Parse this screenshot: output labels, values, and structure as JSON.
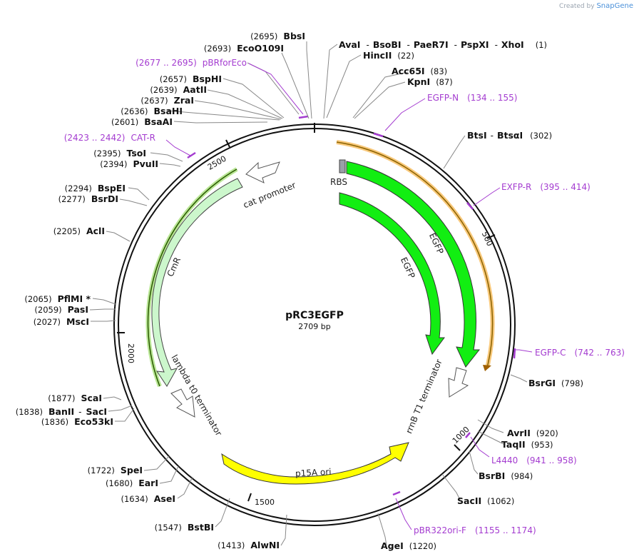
{
  "brand": {
    "prefix": "Created by",
    "name": "SnapGene"
  },
  "plasmid": {
    "name": "pRC3EGFP",
    "size": "2709 bp"
  },
  "ticks": [
    "500",
    "1000",
    "1500",
    "2000",
    "2500"
  ],
  "features": {
    "rbs": "RBS",
    "egfp_outer": "EGFP",
    "egfp_inner": "EGFP",
    "rrnb": "rrnB T1 terminator",
    "p15a": "p15A ori",
    "lambda": "lambda t0 terminator",
    "cmr": "CmR",
    "cat": "cat promoter"
  },
  "sites": {
    "bbsi": {
      "pos": "(2695)",
      "name": "BbsI"
    },
    "eco0109i": {
      "pos": "(2693)",
      "name": "EcoO109I"
    },
    "bsphi": {
      "pos": "(2657)",
      "name": "BspHI"
    },
    "aatii": {
      "pos": "(2639)",
      "name": "AatII"
    },
    "zrai": {
      "pos": "(2637)",
      "name": "ZraI"
    },
    "bsahi": {
      "pos": "(2636)",
      "name": "BsaHI"
    },
    "bsaai": {
      "pos": "(2601)",
      "name": "BsaAI"
    },
    "tsoi": {
      "pos": "(2395)",
      "name": "TsoI"
    },
    "pvuii": {
      "pos": "(2394)",
      "name": "PvuII"
    },
    "bspei": {
      "pos": "(2294)",
      "name": "BspEI"
    },
    "bsrdi": {
      "pos": "(2277)",
      "name": "BsrDI"
    },
    "acli": {
      "pos": "(2205)",
      "name": "AclI"
    },
    "pflmi": {
      "pos": "(2065)",
      "name": "PflMI *"
    },
    "pasi": {
      "pos": "(2059)",
      "name": "PasI"
    },
    "msci": {
      "pos": "(2027)",
      "name": "MscI"
    },
    "scai": {
      "pos": "(1877)",
      "name": "ScaI"
    },
    "banii": {
      "pos": "(1838)",
      "name": "BanII",
      "name2": "SacI"
    },
    "eco53ki": {
      "pos": "(1836)",
      "name": "Eco53kI"
    },
    "spei": {
      "pos": "(1722)",
      "name": "SpeI"
    },
    "eari": {
      "pos": "(1680)",
      "name": "EarI"
    },
    "asei": {
      "pos": "(1634)",
      "name": "AseI"
    },
    "bstbi": {
      "pos": "(1547)",
      "name": "BstBI"
    },
    "alwni": {
      "pos": "(1413)",
      "name": "AlwNI"
    },
    "agei": {
      "pos": "(1220)",
      "name": "AgeI"
    },
    "sacii": {
      "pos": "(1062)",
      "name": "SacII"
    },
    "bsrbi": {
      "pos": "(984)",
      "name": "BsrBI"
    },
    "taqii": {
      "pos": "(953)",
      "name": "TaqII"
    },
    "avrii": {
      "pos": "(920)",
      "name": "AvrII"
    },
    "bsrgi": {
      "pos": "(798)",
      "name": "BsrGI"
    },
    "btsi": {
      "pos": "(302)",
      "name": "BtsI",
      "name2": "BtsαI"
    },
    "kpni": {
      "pos": "(87)",
      "name": "KpnI"
    },
    "acc65i": {
      "pos": "(83)",
      "name": "Acc65I"
    },
    "hincii": {
      "pos": "(22)",
      "name": "HincII"
    },
    "avai": {
      "pos": "(1)",
      "names": [
        "AvaI",
        "BsoBI",
        "PaeR7I",
        "PspXI",
        "XhoI"
      ]
    }
  },
  "primers": {
    "pbrforeco": {
      "range": "(2677 .. 2695)",
      "name": "pBRforEco"
    },
    "catr": {
      "range": "(2423 .. 2442)",
      "name": "CAT-R"
    },
    "egfpn": {
      "name": "EGFP-N",
      "range": "(134 .. 155)"
    },
    "exfpr": {
      "name": "EXFP-R",
      "range": "(395 .. 414)"
    },
    "egfpc": {
      "name": "EGFP-C",
      "range": "(742 .. 763)"
    },
    "l4440": {
      "name": "L4440",
      "range": "(941 .. 958)"
    },
    "pbr322": {
      "name": "pBR322ori-F",
      "range": "(1155 .. 1174)"
    }
  },
  "colors": {
    "egfp": "#12ee12",
    "p15a": "#ffff00",
    "cmr": "#ccf7cc",
    "primer": "#a43cd0",
    "orange": "#f5b042"
  }
}
